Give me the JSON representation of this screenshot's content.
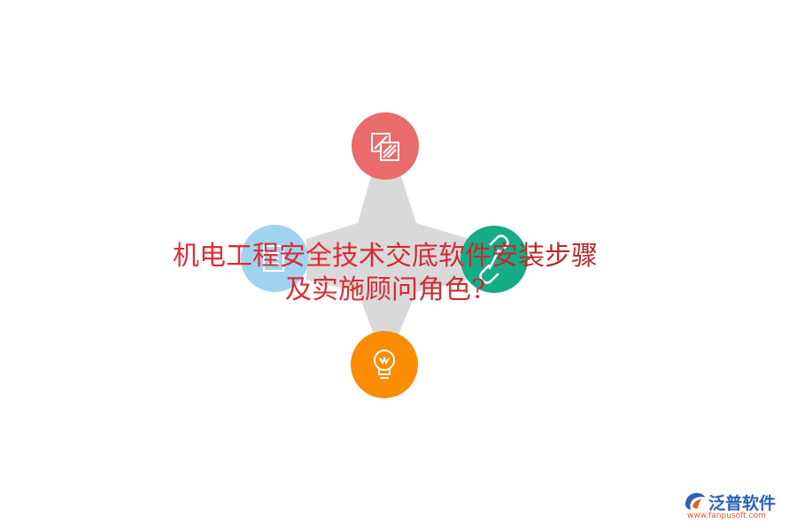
{
  "title": {
    "line1": "机电工程安全技术交底软件安装步骤",
    "line2": "及实施顾问角色?"
  },
  "nodes": [
    {
      "position": "top",
      "color": "#e96b6b",
      "icon": "layers-icon"
    },
    {
      "position": "left",
      "color": "#9fd3ee",
      "icon": "document-icon"
    },
    {
      "position": "right",
      "color": "#16ac86",
      "icon": "link-icon"
    },
    {
      "position": "bottom",
      "color": "#fb8c00",
      "icon": "lightbulb-icon"
    }
  ],
  "connector_color": "#d9d9d9",
  "logo": {
    "name": "泛普软件",
    "url": "www.fanpusoft.com",
    "brand_color": "#2a62b8"
  }
}
